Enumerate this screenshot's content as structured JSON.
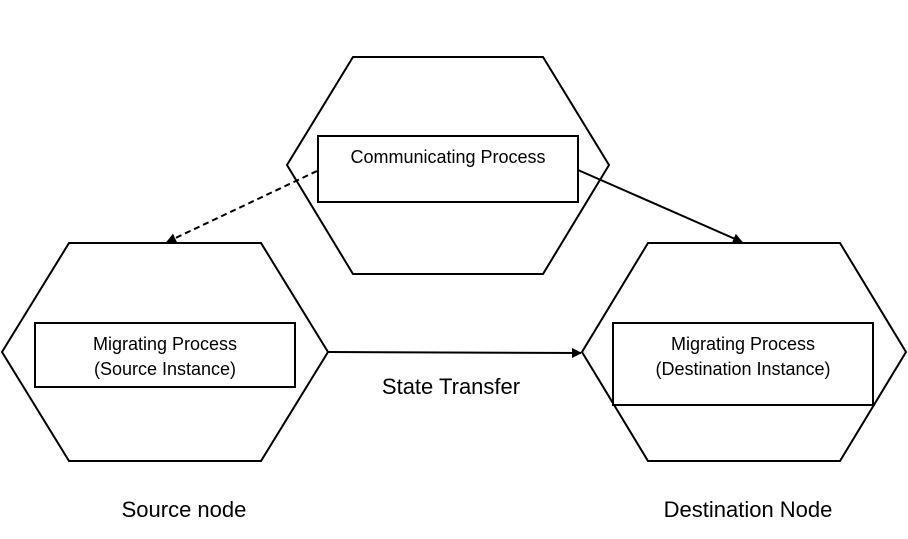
{
  "nodes": {
    "communicating": {
      "label": "Communicating Process"
    },
    "source": {
      "line1": "Migrating Process",
      "line2": "(Source Instance)",
      "caption": "Source node"
    },
    "destination": {
      "line1": "Migrating Process",
      "line2": "(Destination Instance)",
      "caption": "Destination Node"
    }
  },
  "edges": {
    "state_transfer": {
      "label": "State Transfer"
    }
  },
  "colors": {
    "stroke": "#000000",
    "fill": "#ffffff"
  }
}
